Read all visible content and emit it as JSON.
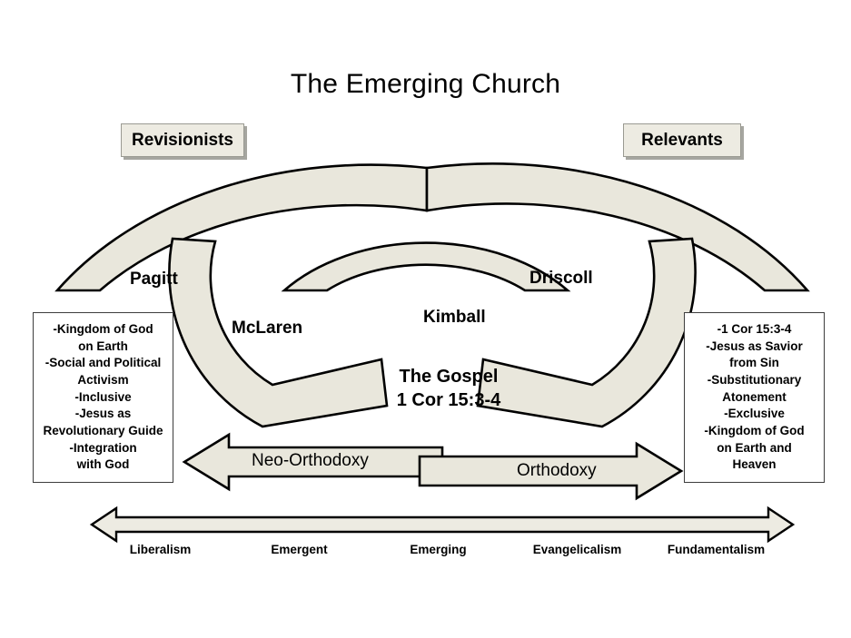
{
  "title": "The Emerging Church",
  "chips": {
    "left": "Revisionists",
    "right": "Relevants"
  },
  "arcs": [
    {
      "name": "pagitt",
      "label": "Pagitt"
    },
    {
      "name": "mclaren",
      "label": "McLaren"
    },
    {
      "name": "kimball",
      "label": "Kimball"
    },
    {
      "name": "driscoll",
      "label": "Driscoll"
    }
  ],
  "center": {
    "line1": "The Gospel",
    "line2": "1 Cor 15:3-4"
  },
  "infobox_left": {
    "lines": [
      "-Kingdom of God",
      "on Earth",
      "-Social and Political",
      "Activism",
      "-Inclusive",
      "-Jesus as",
      "Revolutionary Guide",
      "-Integration",
      "with God"
    ]
  },
  "infobox_right": {
    "lines": [
      "-1 Cor 15:3-4",
      "-Jesus as Savior",
      "from Sin",
      "-Substitutionary",
      "Atonement",
      "-Exclusive",
      "-Kingdom of God",
      "on Earth and",
      "Heaven"
    ]
  },
  "arrows": {
    "left_label": "Neo-Orthodoxy",
    "right_label": "Orthodoxy"
  },
  "spectrum": {
    "ticks": [
      "Liberalism",
      "Emergent",
      "Emerging",
      "Evangelicalism",
      "Fundamentalism"
    ]
  },
  "colors": {
    "ribbon_fill": "#E9E7DC",
    "ribbon_stroke": "#000000",
    "chip_fill": "#EDEBE2",
    "page_background": "#FFFFFF",
    "text": "#000000"
  }
}
